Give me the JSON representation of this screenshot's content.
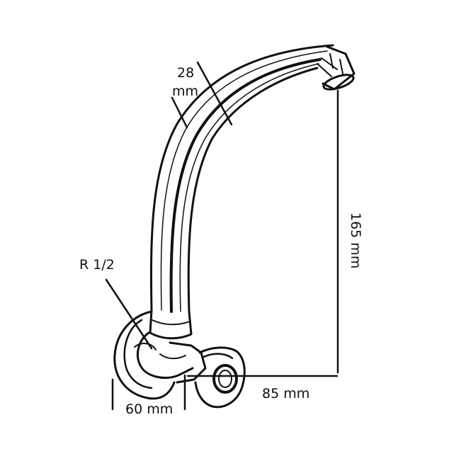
{
  "labels": {
    "pipe_diameter_value": "28",
    "pipe_diameter_unit": "mm",
    "thread": "R 1/2",
    "height": "165 mm",
    "reach": "85 mm",
    "depth": "60 mm"
  },
  "colors": {
    "line": "#111111",
    "background": "#ffffff"
  }
}
